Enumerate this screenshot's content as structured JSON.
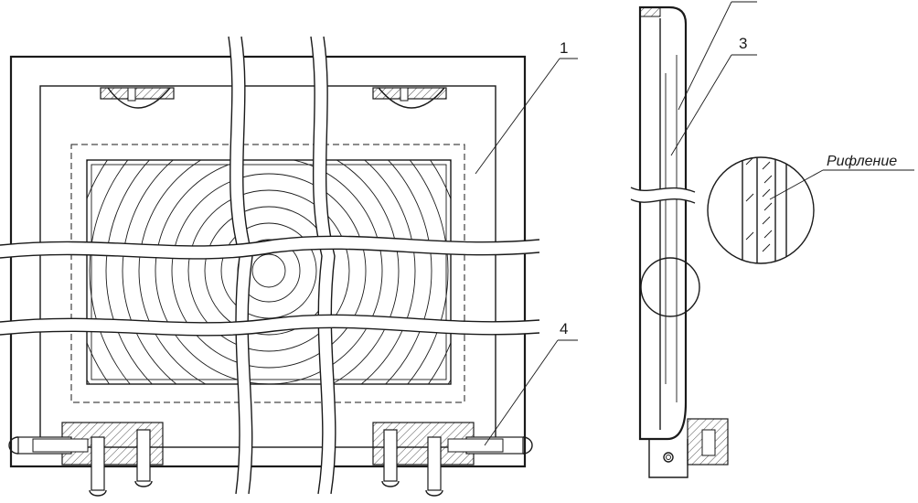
{
  "callouts": {
    "part_1": "1",
    "part_3": "3",
    "part_4": "4"
  },
  "detail": {
    "knurling_label": "Рифление"
  }
}
